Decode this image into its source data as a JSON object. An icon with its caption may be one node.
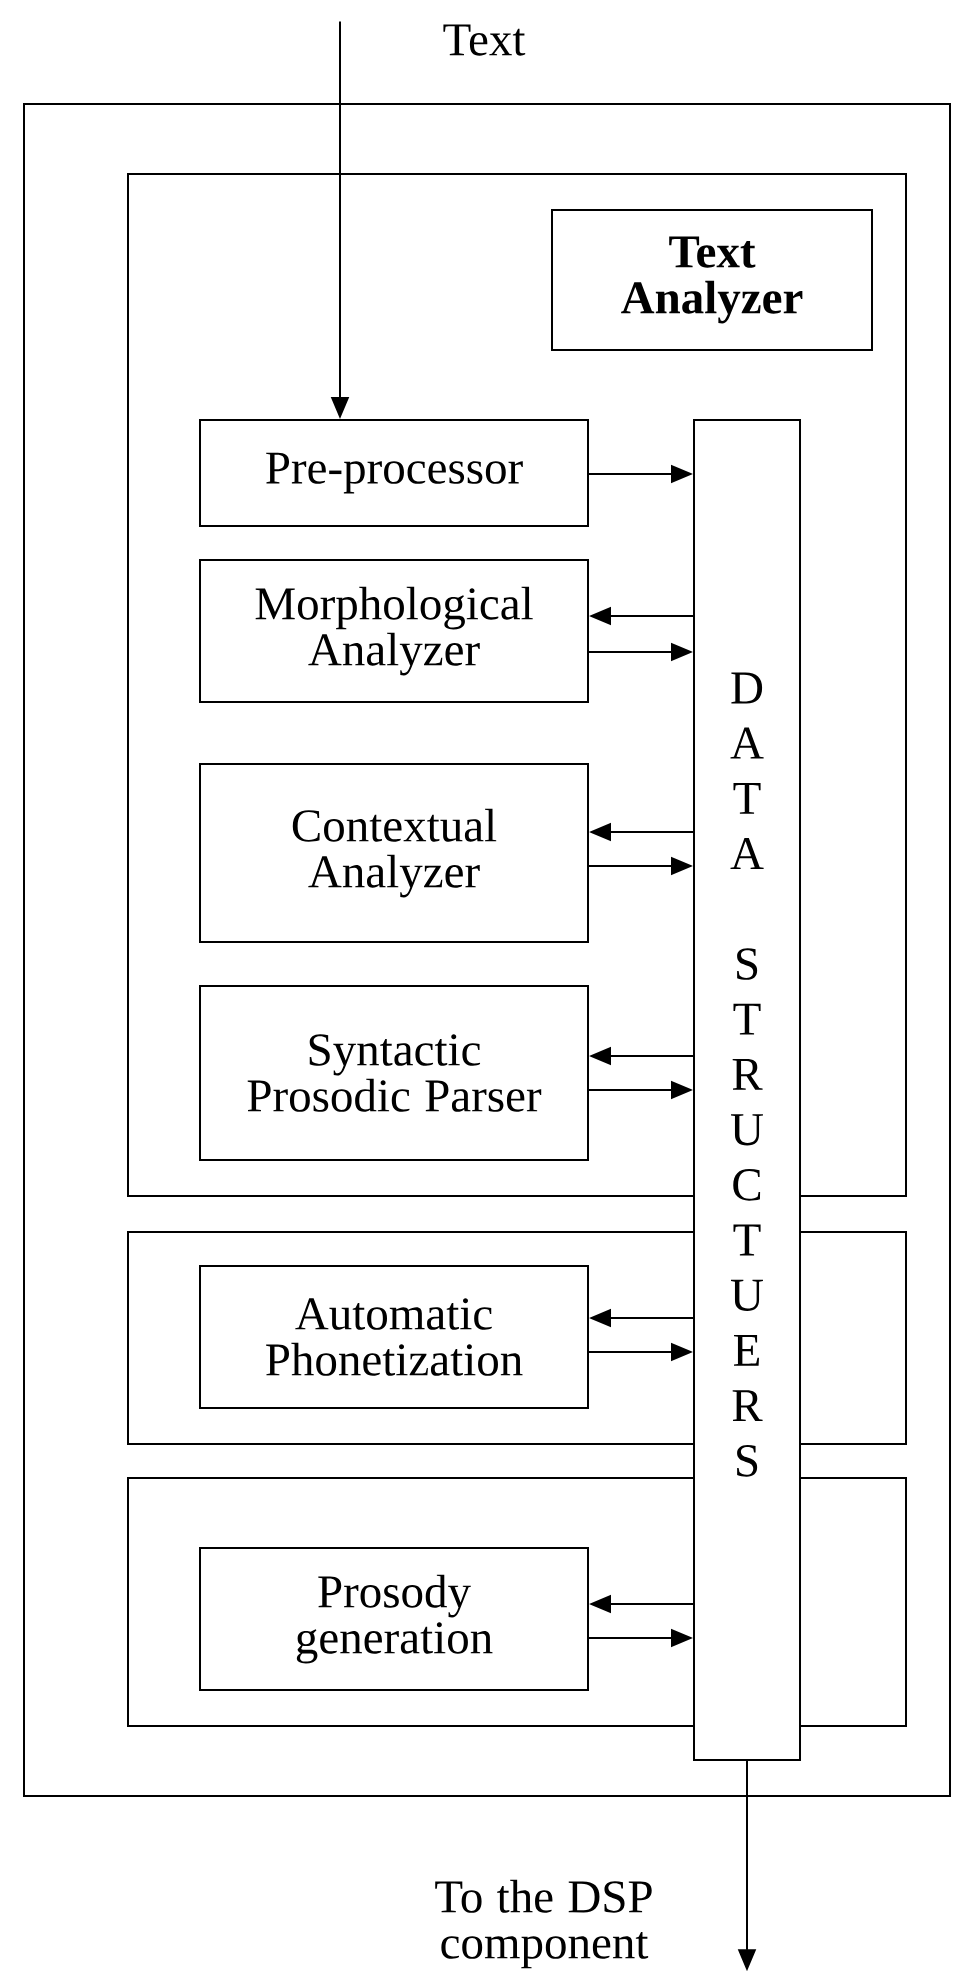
{
  "diagram": {
    "nodes": [
      {
        "text": [
          "Text"
        ]
      },
      {
        "text": [],
        "shape": "box"
      },
      {
        "text": [],
        "shape": "box",
        "in": 1
      },
      {
        "text": [
          "Text Analyzer"
        ],
        "in": 2
      },
      {
        "text": [
          "Pre-processor"
        ],
        "in": 2
      },
      {
        "text": [
          "Morphological Analyzer"
        ],
        "in": 2
      },
      {
        "text": [
          "Contextual Analyzer"
        ],
        "in": 2
      },
      {
        "text": [
          "Syntactic Prosodic Parser"
        ],
        "in": 2
      },
      {
        "text": [],
        "shape": "box",
        "in": 1
      },
      {
        "text": [
          "Automatic Phonetization"
        ],
        "in": 8
      },
      {
        "text": [],
        "shape": "box",
        "in": 1
      },
      {
        "text": [
          "Prosody generation"
        ],
        "in": 10
      },
      {
        "text": [
          "DATA STRUCTUERS"
        ],
        "in": 1
      },
      {
        "text": [
          "To the DSP component"
        ]
      }
    ],
    "edges": [
      {
        "from": 0,
        "to": 4,
        "arrow": "to"
      },
      {
        "from": 4,
        "to": 12,
        "arrow": "to"
      },
      {
        "from": 12,
        "to": 5,
        "arrow": "to"
      },
      {
        "from": 5,
        "to": 12,
        "arrow": "to"
      },
      {
        "from": 12,
        "to": 6,
        "arrow": "to"
      },
      {
        "from": 6,
        "to": 12,
        "arrow": "to"
      },
      {
        "from": 12,
        "to": 7,
        "arrow": "to"
      },
      {
        "from": 7,
        "to": 12,
        "arrow": "to"
      },
      {
        "from": 12,
        "to": 9,
        "arrow": "to"
      },
      {
        "from": 9,
        "to": 12,
        "arrow": "to"
      },
      {
        "from": 12,
        "to": 11,
        "arrow": "to"
      },
      {
        "from": 11,
        "to": 12,
        "arrow": "to"
      },
      {
        "from": 12,
        "to": 13,
        "arrow": "to"
      }
    ]
  }
}
